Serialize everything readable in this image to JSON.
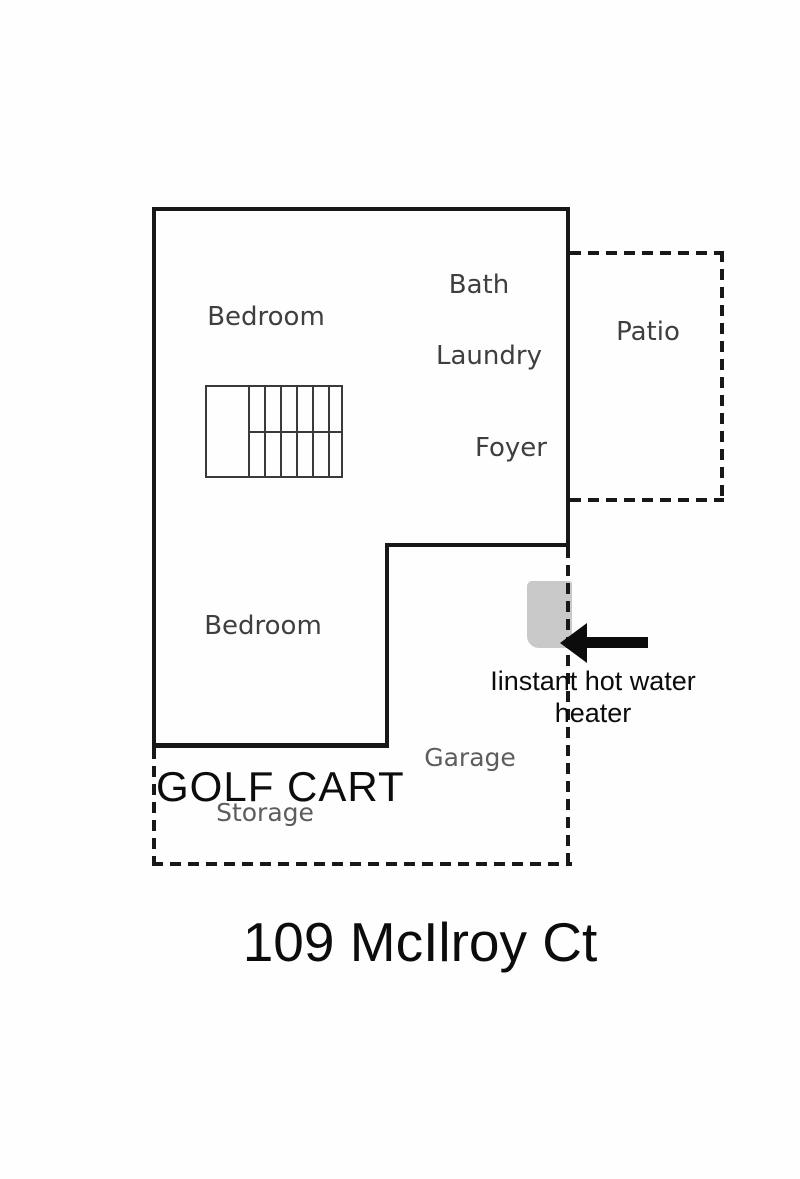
{
  "title": "109 McIlroy Ct",
  "floorplan": {
    "rooms": {
      "bedroom_upper": "Bedroom",
      "bath": "Bath",
      "laundry": "Laundry",
      "foyer": "Foyer",
      "patio": "Patio",
      "bedroom_lower": "Bedroom",
      "garage": "Garage",
      "storage": "Storage"
    },
    "annotations": {
      "golf_cart": "GOLF CART",
      "water_heater": {
        "line1": "Iinstant hot water",
        "line2": "heater"
      }
    },
    "colors": {
      "wall": "#181818",
      "stair_line": "#3a3a3a",
      "room_label": "#3f3f3f",
      "muted_label": "#5d5d5d",
      "annotation": "#0c0c0c",
      "heater_fill": "#c9c9c9",
      "background": "#fefefe"
    }
  }
}
